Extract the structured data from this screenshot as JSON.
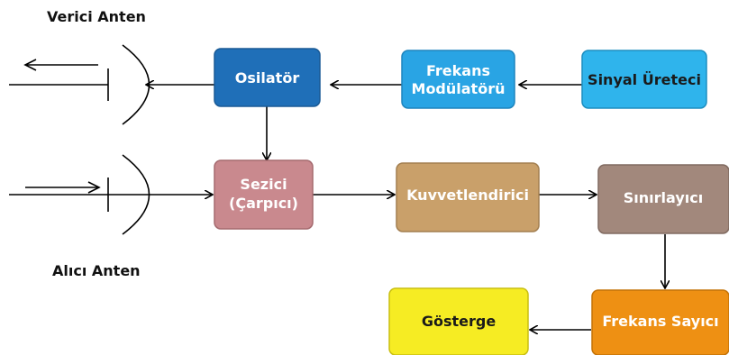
{
  "labels": {
    "transmit_antenna": "Verici Anten",
    "receive_antenna": "Alıcı Anten"
  },
  "blocks": {
    "oscillator": {
      "text": "Osilatör",
      "fill": "#1f6fb8",
      "stroke": "#1a5a96"
    },
    "frequency_modulator": {
      "line1": "Frekans",
      "line2": "Modülatörü",
      "fill": "#29a4e4",
      "stroke": "#1d84bd"
    },
    "signal_generator": {
      "text": "Sinyal Üreteci",
      "fill": "#2fb4ec",
      "stroke": "#1d8ec0"
    },
    "detector": {
      "line1": "Sezici",
      "line2": "(Çarpıcı)",
      "fill": "#c9898e",
      "stroke": "#a56a6f"
    },
    "amplifier": {
      "text": "Kuvvetlendirici",
      "fill": "#c9a06a",
      "stroke": "#a37f50"
    },
    "limiter": {
      "text": "Sınırlayıcı",
      "fill": "#a2887c",
      "stroke": "#806a60"
    },
    "frequency_counter": {
      "text": "Frekans Sayıcı",
      "fill": "#ee9013",
      "stroke": "#c47308"
    },
    "display": {
      "text": "Gösterge",
      "fill": "#f6ec23",
      "stroke": "#c9bf12"
    }
  }
}
